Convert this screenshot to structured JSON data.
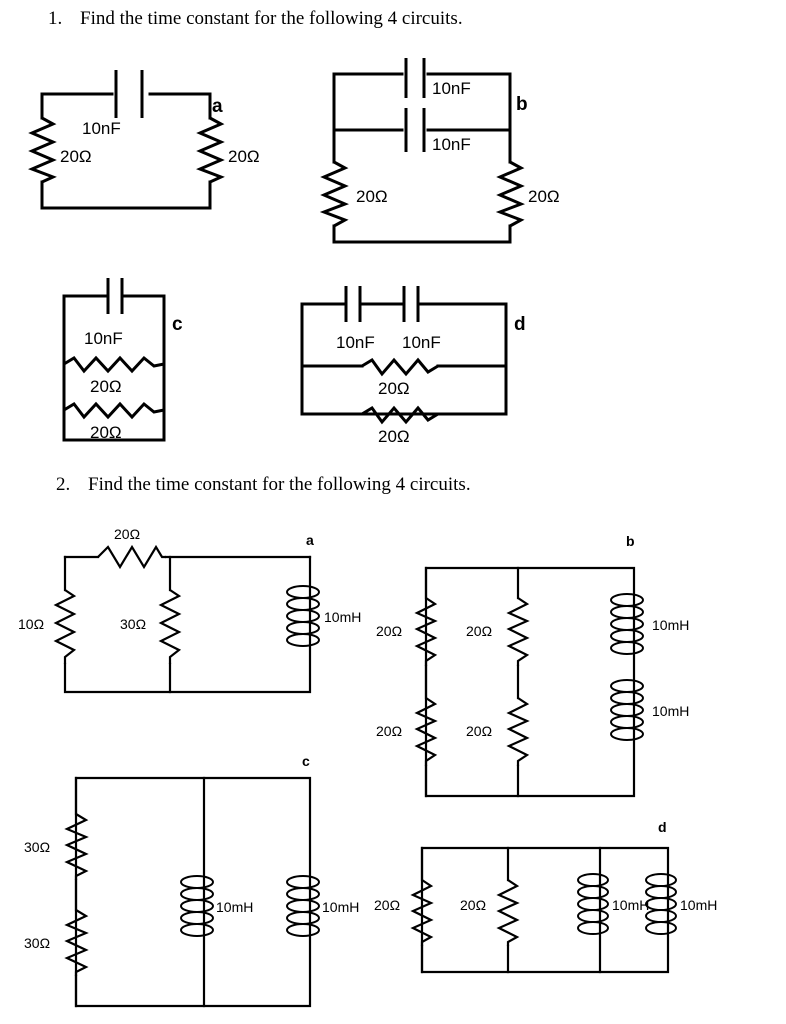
{
  "document": {
    "questions": [
      {
        "number": "1.",
        "text": "Find the time constant for the following 4 circuits."
      },
      {
        "number": "2.",
        "text": "Find the time constant for the following 4 circuits."
      }
    ]
  },
  "colors": {
    "ink": "#000000",
    "page": "#ffffff"
  },
  "circuits": {
    "q1a": {
      "tag": "a",
      "cap_top": "10nF",
      "res_left": "20Ω",
      "res_right": "20Ω"
    },
    "q1b": {
      "tag": "b",
      "cap_top": "10nF",
      "cap_mid": "10nF",
      "res_left": "20Ω",
      "res_right": "20Ω"
    },
    "q1c": {
      "tag": "c",
      "cap_top": "10nF",
      "res_upper": "20Ω",
      "res_lower": "20Ω"
    },
    "q1d": {
      "tag": "d",
      "cap_left": "10nF",
      "cap_right": "10nF",
      "res_upper": "20Ω",
      "res_lower": "20Ω"
    },
    "q2a": {
      "tag": "a",
      "res_top": "20Ω",
      "res_left": "10Ω",
      "res_mid": "30Ω",
      "ind_right": "10mH"
    },
    "q2b": {
      "tag": "b",
      "res_left_upper": "20Ω",
      "res_left_lower": "20Ω",
      "res_mid_upper": "20Ω",
      "res_mid_lower": "20Ω",
      "ind_upper": "10mH",
      "ind_lower": "10mH"
    },
    "q2c": {
      "tag": "c",
      "res_upper": "30Ω",
      "res_lower": "30Ω",
      "ind_mid": "10mH",
      "ind_right": "10mH"
    },
    "q2d": {
      "tag": "d",
      "res_left": "20Ω",
      "res_mid": "20Ω",
      "ind_mid": "10mH",
      "ind_right": "10mH"
    }
  }
}
